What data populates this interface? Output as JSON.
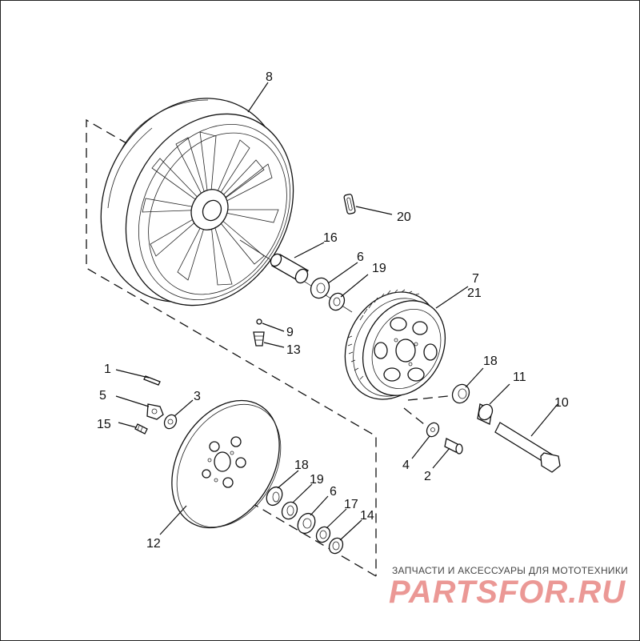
{
  "figure": {
    "callouts": {
      "p1": "1",
      "p2": "2",
      "p3": "3",
      "p4": "4",
      "p5": "5",
      "p6a": "6",
      "p6b": "6",
      "p7": "7",
      "p8": "8",
      "p9": "9",
      "p10": "10",
      "p11": "11",
      "p12": "12",
      "p13": "13",
      "p14": "14",
      "p15": "15",
      "p16": "16",
      "p17": "17",
      "p18a": "18",
      "p18b": "18",
      "p19a": "19",
      "p19b": "19",
      "p20": "20",
      "p21": "21"
    }
  },
  "watermark": {
    "caption": "ЗАПЧАСТИ И АКСЕССУАРЫ ДЛЯ МОТОТЕХНИКИ",
    "logo": "PARTSFOR.RU"
  }
}
